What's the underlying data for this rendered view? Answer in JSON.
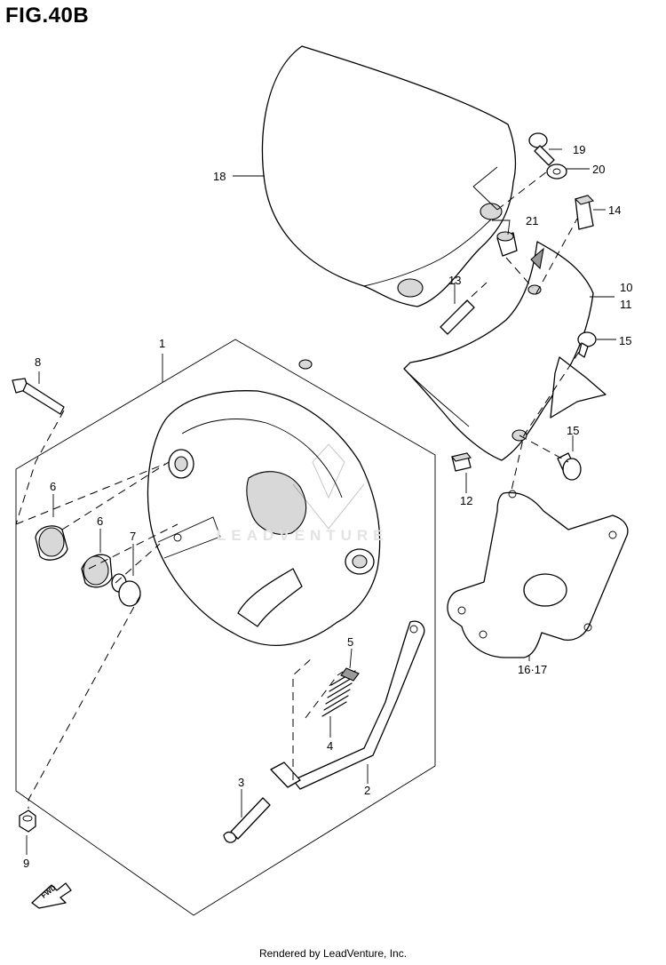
{
  "title": "FIG.40B",
  "footer": "Rendered by LeadVenture, Inc.",
  "watermark": "LEADVENTURE",
  "fwd_badge": "FWD",
  "callouts": {
    "p1": "1",
    "p2": "2",
    "p3": "3",
    "p4": "4",
    "p5": "5",
    "p6a": "6",
    "p6b": "6",
    "p7": "7",
    "p8": "8",
    "p9": "9",
    "p10": "10",
    "p11": "11",
    "p12": "12",
    "p13": "13",
    "p14": "14",
    "p15a": "15",
    "p15b": "15",
    "p16_17": "16·17",
    "p18": "18",
    "p19": "19",
    "p20": "20",
    "p21": "21"
  }
}
